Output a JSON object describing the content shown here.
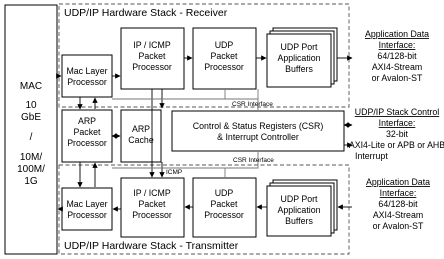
{
  "mac": [
    "MAC",
    "10",
    "GbE",
    "/",
    "10M/",
    "100M/",
    "1G"
  ],
  "receiver": {
    "title": "UDP/IP Hardware Stack - Receiver",
    "mac_layer": [
      "Mac Layer",
      "Processor"
    ],
    "ip_icmp": [
      "IP / ICMP",
      "Packet",
      "Processor"
    ],
    "udp": [
      "UDP",
      "Packet",
      "Processor"
    ],
    "port_buffers": [
      "UDP Port",
      "Application",
      "Buffers"
    ]
  },
  "transmitter": {
    "title": "UDP/IP Hardware Stack - Transmitter",
    "mac_layer": [
      "Mac Layer",
      "Processor"
    ],
    "ip_icmp": [
      "IP / ICMP",
      "Packet",
      "Processor"
    ],
    "udp": [
      "UDP",
      "Packet",
      "Processor"
    ],
    "port_buffers": [
      "UDP Port",
      "Application",
      "Buffers"
    ]
  },
  "middle": {
    "arp_processor": [
      "ARP",
      "Packet",
      "Processor"
    ],
    "arp_cache": [
      "ARP",
      "Cache"
    ],
    "csr": [
      "Control & Status Registers (CSR)",
      "& Interrupt Controller"
    ],
    "csr_interface_top": "CSR Interface",
    "csr_interface_bottom": "CSR Interface",
    "icmp": "ICMP"
  },
  "external": {
    "app_top": [
      "Application Data",
      "Interface:",
      "64/128-bit",
      "AXI4-Stream",
      "or Avalon-ST"
    ],
    "control": [
      "UDP/IP Stack Control",
      "Interface:",
      "32-bit",
      "AXI4-Lite or APB or AHB",
      "Interrupt"
    ],
    "app_bottom": [
      "Application Data",
      "Interface:",
      "64/128-bit",
      "AXI4-Stream",
      "or Avalon-ST"
    ]
  }
}
